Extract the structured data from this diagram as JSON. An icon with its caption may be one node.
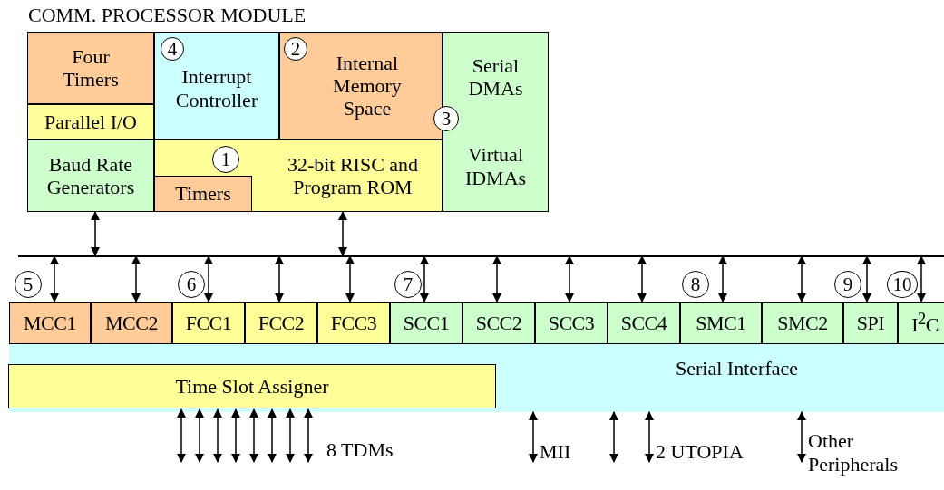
{
  "diagram": {
    "nodes": [
      {
        "text": [
          "COMM. PROCESSOR MODULE"
        ]
      },
      {
        "text": [
          "Four Timers"
        ],
        "in": 0
      },
      {
        "text": [
          "Interrupt Controller"
        ],
        "in": 0
      },
      {
        "text": [
          "4"
        ],
        "in": 2
      },
      {
        "text": [
          "Internal Memory Space"
        ],
        "in": 0
      },
      {
        "text": [
          "2"
        ],
        "in": 4
      },
      {
        "text": [
          "Serial DMAs",
          "Virtual IDMAs"
        ],
        "in": 0
      },
      {
        "text": [
          "3"
        ],
        "in": 0
      },
      {
        "text": [
          "Parallel I/O"
        ],
        "in": 0
      },
      {
        "text": [
          "Baud Rate Generators"
        ],
        "in": 0
      },
      {
        "text": [
          "32-bit RISC and Program ROM"
        ],
        "in": 0
      },
      {
        "text": [
          "1"
        ],
        "in": 10
      },
      {
        "text": [
          "Timers"
        ],
        "in": 10
      },
      {
        "text": [],
        "shape": "bar"
      },
      {
        "text": [
          "5"
        ]
      },
      {
        "text": [
          "MCC1"
        ]
      },
      {
        "text": [
          "MCC2"
        ]
      },
      {
        "text": [
          "6"
        ]
      },
      {
        "text": [
          "FCC1"
        ]
      },
      {
        "text": [
          "FCC2"
        ]
      },
      {
        "text": [
          "FCC3"
        ]
      },
      {
        "text": [
          "7"
        ]
      },
      {
        "text": [
          "SCC1"
        ]
      },
      {
        "text": [
          "SCC2"
        ]
      },
      {
        "text": [
          "SCC3"
        ]
      },
      {
        "text": [
          "SCC4"
        ]
      },
      {
        "text": [
          "8"
        ]
      },
      {
        "text": [
          "SMC1"
        ]
      },
      {
        "text": [
          "SMC2"
        ]
      },
      {
        "text": [
          "9"
        ]
      },
      {
        "text": [
          "SPI"
        ]
      },
      {
        "text": [
          "10"
        ]
      },
      {
        "text": [
          "I$^{2}$C"
        ]
      },
      {
        "text": [
          "Serial Interface"
        ]
      },
      {
        "text": [
          "Time Slot Assigner"
        ],
        "in": 33
      },
      {
        "text": [
          "MII"
        ]
      },
      {
        "text": [
          "2 UTOPIA"
        ]
      },
      {
        "text": [
          "Other Peripherals"
        ]
      }
    ],
    "edges": [
      {
        "from": 9,
        "to": 13,
        "arrow": "both"
      },
      {
        "from": 10,
        "to": 13,
        "arrow": "both"
      },
      {
        "from": 13,
        "to": 15,
        "arrow": "both"
      },
      {
        "from": 13,
        "to": 16,
        "arrow": "both"
      },
      {
        "from": 13,
        "to": 18,
        "arrow": "both"
      },
      {
        "from": 13,
        "to": 19,
        "arrow": "both"
      },
      {
        "from": 13,
        "to": 20,
        "arrow": "both"
      },
      {
        "from": 13,
        "to": 22,
        "arrow": "both"
      },
      {
        "from": 13,
        "to": 23,
        "arrow": "both"
      },
      {
        "from": 13,
        "to": 24,
        "arrow": "both"
      },
      {
        "from": 13,
        "to": 25,
        "arrow": "both"
      },
      {
        "from": 13,
        "to": 27,
        "arrow": "both"
      },
      {
        "from": 13,
        "to": 28,
        "arrow": "both"
      },
      {
        "from": 13,
        "to": 30,
        "arrow": "both"
      },
      {
        "from": 13,
        "to": 32,
        "arrow": "both"
      },
      {
        "from": 34,
        "to": null,
        "arrow": "both"
      },
      {
        "from": 34,
        "to": null,
        "arrow": "both"
      },
      {
        "from": 34,
        "to": null,
        "arrow": "both"
      },
      {
        "from": 34,
        "to": null,
        "arrow": "both"
      },
      {
        "from": 34,
        "to": null,
        "arrow": "both"
      },
      {
        "from": 34,
        "to": null,
        "arrow": "both"
      },
      {
        "from": 34,
        "to": null,
        "arrow": "both"
      },
      {
        "from": 34,
        "to": null,
        "arrow": "both"
      },
      {
        "from": 33,
        "to": 35,
        "arrow": "both"
      },
      {
        "from": 33,
        "to": null,
        "arrow": "both"
      },
      {
        "from": 33,
        "to": 36,
        "arrow": "both"
      },
      {
        "from": 33,
        "to": 37,
        "arrow": "both"
      }
    ],
    "labels": [
      "8 TDMs"
    ]
  }
}
